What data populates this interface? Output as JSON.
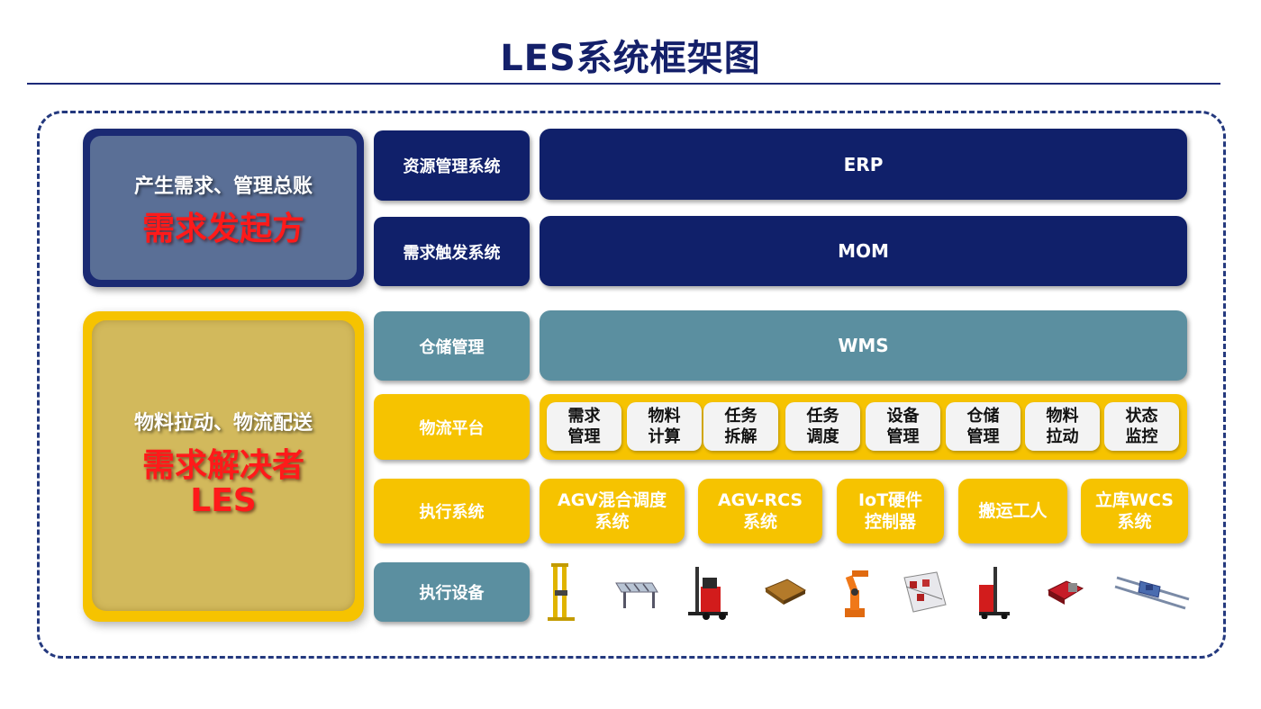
{
  "title": "LES系统框架图",
  "colors": {
    "navy": "#10206a",
    "teal": "#5b8fa0",
    "gold": "#f6c300",
    "red": "#ff1a1a"
  },
  "left_top": {
    "line1": "产生需求、管理总账",
    "line2": "需求发起方"
  },
  "left_bottom": {
    "line1": "物料拉动、物流配送",
    "line2": "需求解决者",
    "line3": "LES"
  },
  "rows": {
    "resource": {
      "label": "资源管理系统",
      "system": "ERP"
    },
    "trigger": {
      "label": "需求触发系统",
      "system": "MOM"
    },
    "warehouse": {
      "label": "仓储管理",
      "system": "WMS"
    },
    "platform": {
      "label": "物流平台"
    },
    "execution": {
      "label": "执行系统"
    },
    "devices": {
      "label": "执行设备"
    }
  },
  "platform_modules": [
    "需求\n管理",
    "物料\n计算",
    "任务\n拆解",
    "任务\n调度",
    "设备\n管理",
    "仓储\n管理",
    "物料\n拉动",
    "状态\n监控"
  ],
  "execution_systems": [
    "AGV混合调度\n系统",
    "AGV-RCS\n系统",
    "IoT硬件\n控制器",
    "搬运工人",
    "立库WCS\n系统"
  ],
  "device_icons": [
    "stacker-crane-icon",
    "roller-conveyor-icon",
    "reach-forklift-icon",
    "agv-icon",
    "robot-arm-icon",
    "sorting-line-icon",
    "stacker-forklift-icon",
    "jacking-agv-icon",
    "shuttle-rail-icon"
  ]
}
